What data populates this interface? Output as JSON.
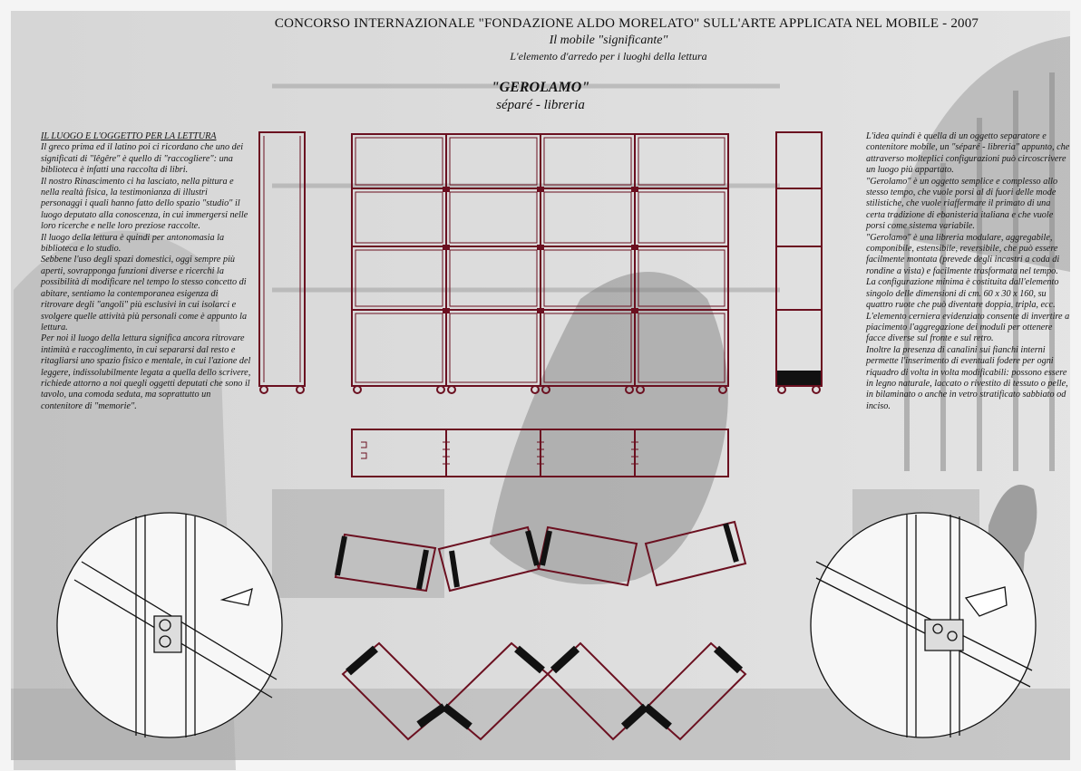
{
  "header": {
    "title": "CONCORSO INTERNAZIONALE \"FONDAZIONE ALDO MORELATO\" SULL'ARTE APPLICATA  NEL MOBILE - 2007",
    "subtitle": "Il mobile \"significante\"",
    "tagline": "L'elemento d'arredo per i luoghi della lettura"
  },
  "project": {
    "name": "\"GEROLAMO\"",
    "type": "séparé - libreria"
  },
  "left_text": {
    "heading": "IL LUOGO E L'OGGETTO PER LA LETTURA",
    "paragraphs": [
      "Il greco prima ed il latino poi ci ricordano che uno dei significati di \"lêgêre\" è quello di \"raccogliere\": una biblioteca è infatti una raccolta di libri.",
      "Il nostro Rinascimento ci ha lasciato, nella pittura e nella realtà fisica, la testimonianza di illustri personaggi i quali hanno fatto dello spazio \"studio\" il luogo deputato alla conoscenza, in cui immergersi nelle loro ricerche e nelle loro preziose raccolte.",
      "Il luogo della lettura è quindi per antonomasia la biblioteca e lo studio.",
      "Sebbene l'uso degli spazi domestici, oggi sempre più aperti, sovrapponga funzioni diverse e ricerchi la possibilità di modificare nel tempo lo stesso concetto di abitare, sentiamo la contemporanea esigenza di ritrovare degli \"angoli\" più esclusivi in cui isolarci e svolgere quelle attività più personali come è appunto la lettura.",
      "Per noi il luogo della lettura significa ancora ritrovare intimità e raccoglimento, in cui separarsi dal resto e ritagliarsi uno spazio fisico e mentale, in cui l'azione del leggere, indissolubilmente legata a quella dello scrivere, richiede attorno a noi quegli oggetti deputati che sono il tavolo, una comoda seduta, ma soprattutto un contenitore di \"memorie\"."
    ]
  },
  "right_text": {
    "paragraphs": [
      "L'idea quindi è quella di un oggetto separatore e contenitore mobile, un \"séparé - libreria\" appunto, che attraverso molteplici configurazioni può circoscrivere un luogo più appartato.",
      "\"Gerolamo\" è un oggetto semplice e complesso allo stesso tempo, che vuole porsi al di fuori delle mode stilistiche, che vuole riaffermare il primato di una certa tradizione di ebanisteria italiana e che vuole porsi come sistema variabile.",
      "\"Gerolamo\" è una libreria modulare, aggregabile, componibile, estensibile, reversibile, che può essere facilmente montata (prevede degli incastri a coda di rondine a vista) e facilmente trasformata nel tempo. La configurazione minima è costituita dall'elemento singolo delle dimensioni di cm. 60 x 30 x 160, su quattro ruote che può diventare doppia, tripla, ecc. L'elemento cerniera evidenziato consente di invertire a piacimento l'aggregazione dei moduli per ottenere facce diverse sul fronte e sul retro.",
      "Inoltre la presenza di canalini sui fianchi interni permette l'inserimento di eventuali fodere per ogni riquadro di volta in volta modificabili: possono essere in legno naturale, laccato o rivestito di tessuto o pelle, in bilaminato o anche in vetro stratificato sabbiato od inciso."
    ]
  },
  "colors": {
    "line": "#6b1020",
    "background_print": "#9a9a9a",
    "paper": "#f4f4f4"
  }
}
